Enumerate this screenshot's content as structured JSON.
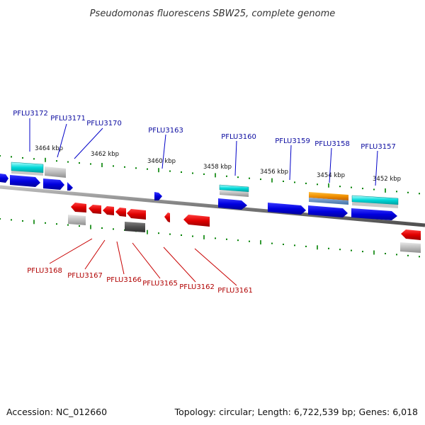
{
  "title": "Pseudomonas fluorescens SBW25, complete genome",
  "footer": {
    "accession": "Accession: NC_012660",
    "summary": "Topology: circular; Length: 6,722,539 bp; Genes: 6,018"
  },
  "scale_labels": [
    "3464 kbp",
    "3462 kbp",
    "3460 kbp",
    "3458 kbp",
    "3456 kbp",
    "3454 kbp",
    "3452 kbp"
  ],
  "genes_top": [
    "PFLU3172",
    "PFLU3171",
    "PFLU3170",
    "PFLU3163",
    "PFLU3160",
    "PFLU3159",
    "PFLU3158",
    "PFLU3157"
  ],
  "genes_bottom": [
    "PFLU3168",
    "PFLU3167",
    "PFLU3166",
    "PFLU3165",
    "PFLU3162",
    "PFLU3161"
  ],
  "colors": {
    "forward_gene": "#0000e0",
    "reverse_gene": "#e00000",
    "rna_feature": "#00d8d8",
    "misc_feature": "#b8b8b8",
    "dark_feature": "#505050",
    "orange_feature": "#f09000",
    "tick": "#008000",
    "backbone": "#808080"
  }
}
